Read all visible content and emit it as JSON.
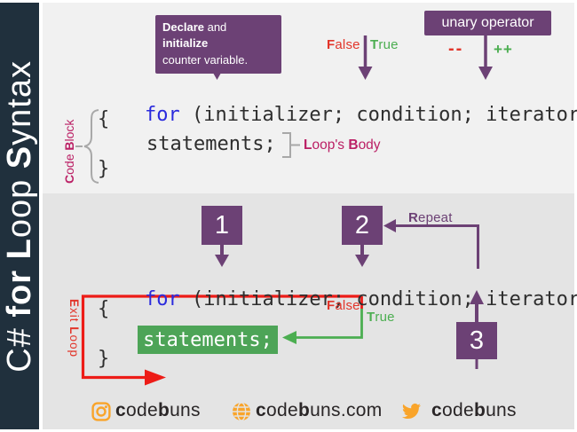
{
  "colors": {
    "sidebar_bg": "#20303d",
    "top_bg": "#f1f1f1",
    "bottom_bg": "#e4e4e4",
    "purple": "#6c4175",
    "crimson": "#bb2065",
    "red_text": "#e2352a",
    "red_line": "#ed1c17",
    "green": "#4cae51",
    "green_box": "#4da457",
    "keyword_blue": "#2b2bdd",
    "code_text": "#2e2e2e",
    "brand_orange": "#f9a42a",
    "footer_text": "#2a2627",
    "gray_bracket": "#a8a8a8"
  },
  "sidebar": {
    "title_parts": {
      "c_sharp": "C# ",
      "for_kw": "for ",
      "loop_b": "L",
      "loop_rest": "oop ",
      "syntax_b": "S",
      "syntax_rest": "yntax"
    }
  },
  "top": {
    "declare_box": {
      "line1_b1": "Declare",
      "line1_mid": " and ",
      "line1_b2": "initialize",
      "line2": "counter variable."
    },
    "false_label": {
      "b": "F",
      "rest": "alse"
    },
    "true_label": {
      "b": "T",
      "rest": "rue"
    },
    "unary_box": {
      "label": "unary operator",
      "decrement": "--",
      "increment": "++"
    },
    "code": {
      "keyword": "for",
      "rest": " (initializer; condition; iterator)",
      "open_brace": "{",
      "statements": "statements;",
      "close_brace": "}"
    },
    "code_block_label": {
      "b1": "C",
      "r1": "ode ",
      "b2": "B",
      "r2": "lock"
    },
    "loops_body_label": {
      "b1": "L",
      "r1": "oop's ",
      "b2": "B",
      "r2": "ody"
    }
  },
  "bottom": {
    "step1": "1",
    "step2": "2",
    "step3": "3",
    "repeat_label": {
      "b": "R",
      "rest": "epeat"
    },
    "false_label": {
      "b": "F",
      "rest": "alse"
    },
    "true_label": {
      "b": "T",
      "rest": "rue"
    },
    "exit_label": {
      "b1": "E",
      "r1": "xit ",
      "b2": "L",
      "r2": "oop"
    },
    "code": {
      "keyword": "for",
      "rest": " (initializer; condition; iterator)",
      "open_brace": "{",
      "statements": "statements;",
      "close_brace": "}"
    }
  },
  "footer": {
    "instagram": {
      "b1": "c",
      "r1": "ode",
      "b2": "b",
      "r2": "uns"
    },
    "website": {
      "b1": "c",
      "r1": "ode",
      "b2": "b",
      "r2": "uns.com"
    },
    "twitter": {
      "b1": "c",
      "r1": "ode",
      "b2": "b",
      "r2": "uns"
    }
  }
}
